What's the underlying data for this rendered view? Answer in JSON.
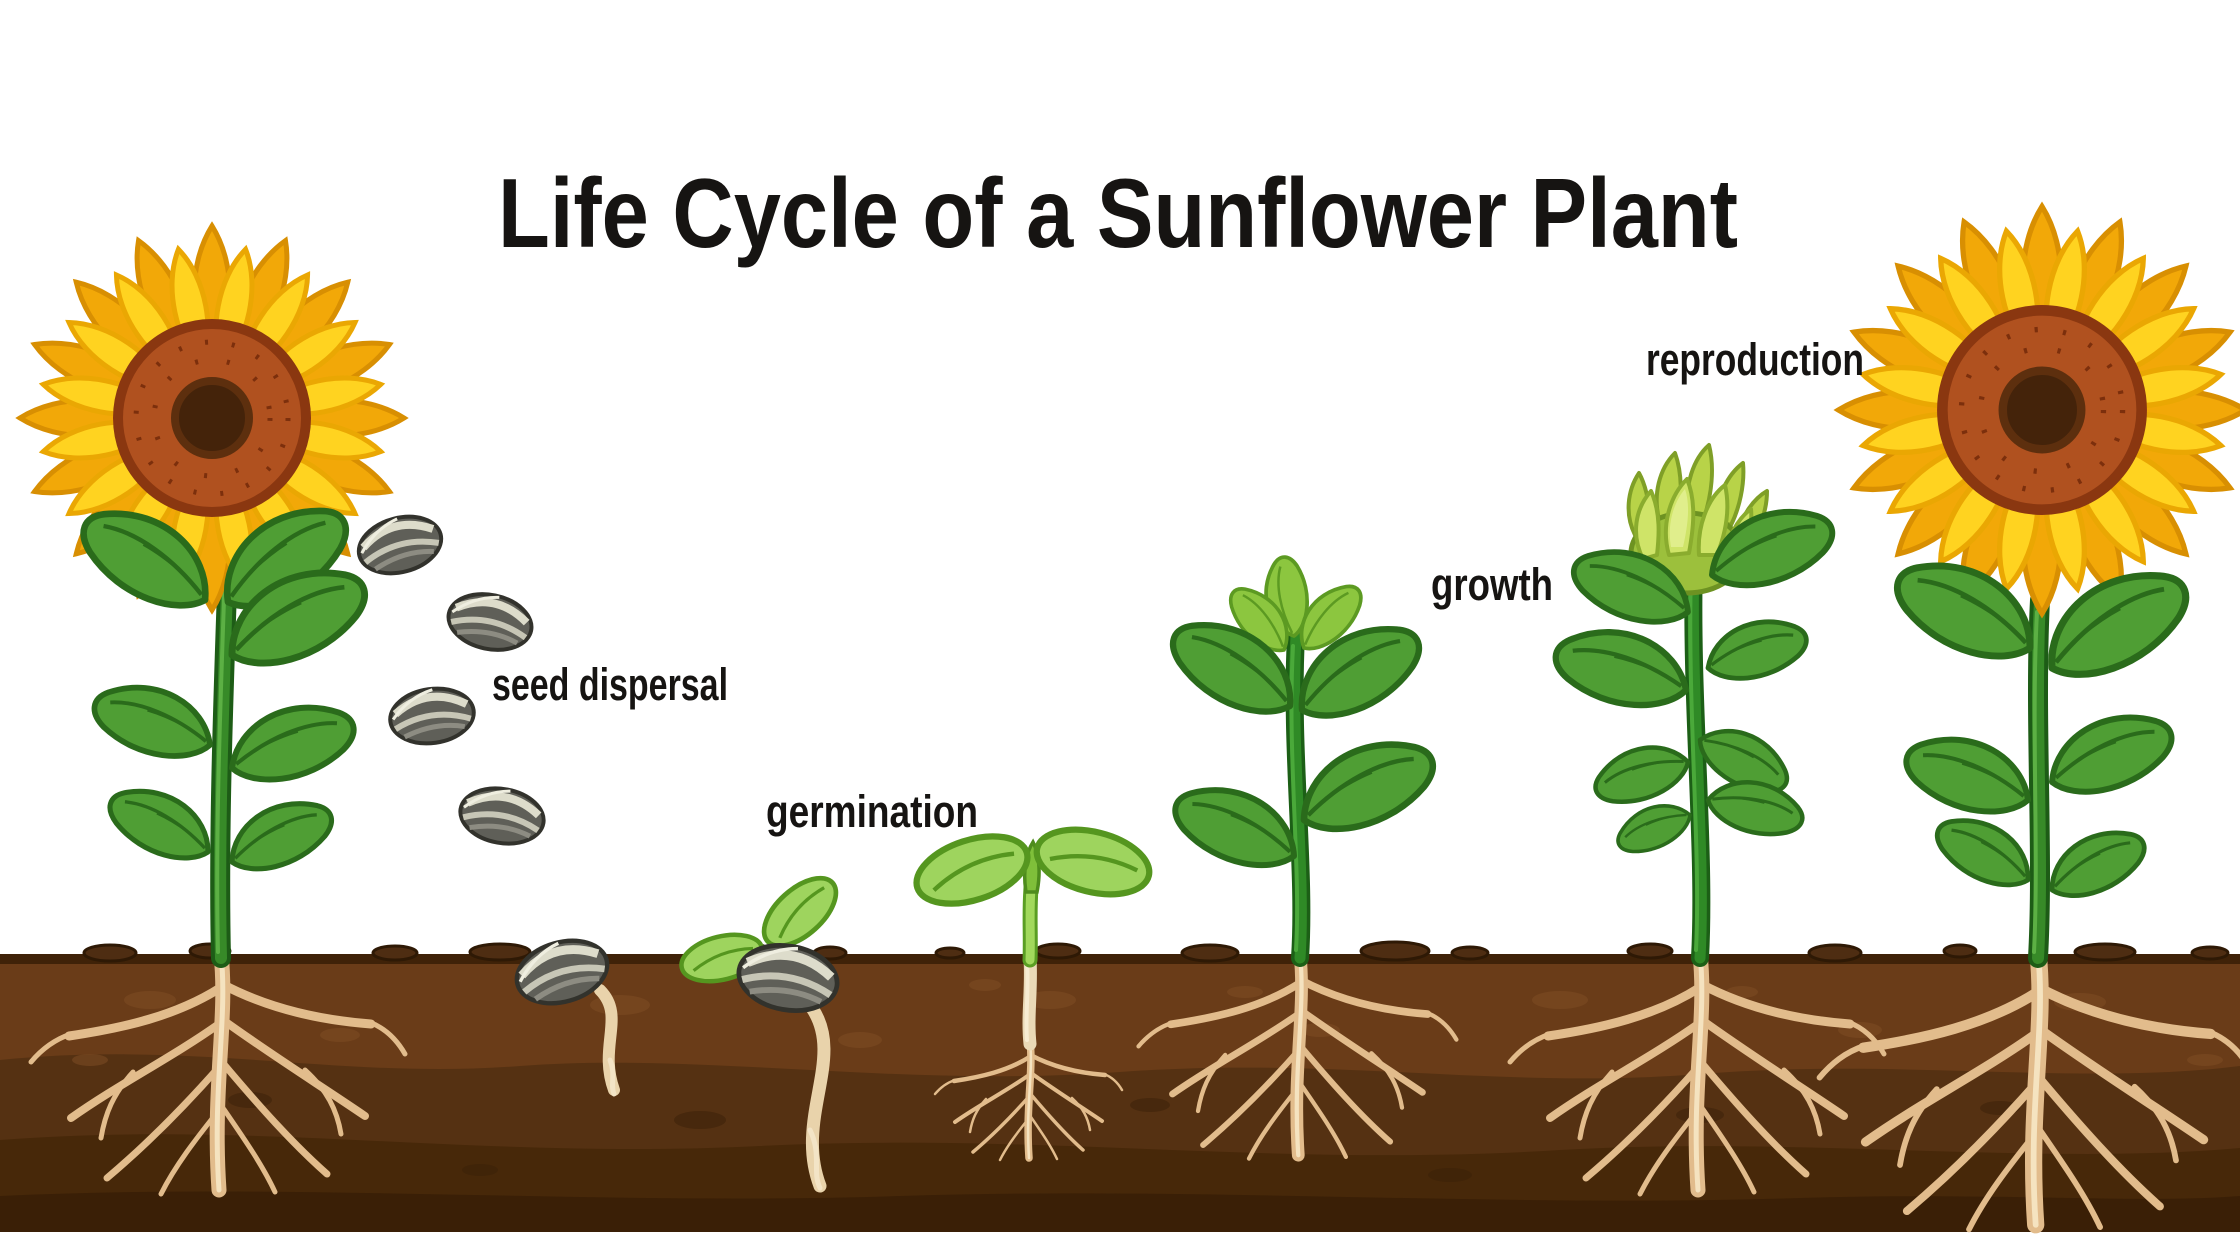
{
  "title": "Life Cycle of a Sunflower Plant",
  "stages": [
    {
      "id": "seed-dispersal",
      "label": "seed dispersal"
    },
    {
      "id": "germination",
      "label": "germination"
    },
    {
      "id": "growth",
      "label": "growth"
    },
    {
      "id": "reproduction",
      "label": "reproduction"
    }
  ],
  "palette": {
    "background": "#ffffff",
    "text": "#161412",
    "petal_outer": "#f2a808",
    "petal_inner": "#ffd320",
    "flower_disc": "#b0511f",
    "flower_core": "#44230a",
    "stem_green": "#378a28",
    "leaf_green": "#4f9e34",
    "leaf_light_green": "#8cc63f",
    "bud_green": "#cfe468",
    "seed_gray": "#5f5f58",
    "seed_stripe": "#dddccb",
    "root_tan": "#e2bc8c",
    "soil_top": "#6a3c18",
    "soil_mid": "#553112",
    "soil_deep": "#472809",
    "soil_bottom": "#3a1f06"
  }
}
